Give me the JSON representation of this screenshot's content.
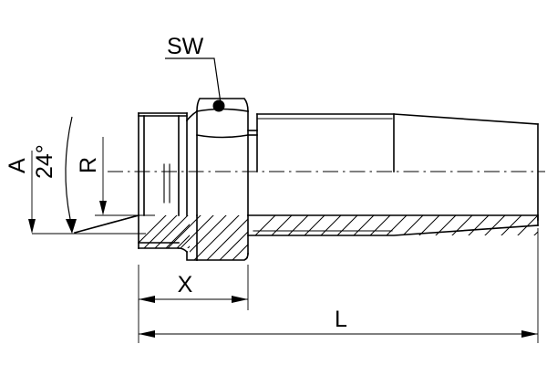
{
  "drawing": {
    "title": "Hydraulic fitting sectional technical drawing",
    "background_color": "#ffffff",
    "line_color": "#000000",
    "labels": {
      "sw": "SW",
      "angle": "24°",
      "cone_a": "A",
      "radius_r": "R",
      "dim_x": "X",
      "dim_l": "L"
    },
    "icons": {
      "sw_marker": "dot-marker-icon",
      "arrow": "arrow-head-icon"
    },
    "annotations": [
      {
        "name": "sw-callout",
        "text": "SW",
        "kind": "leader-label"
      },
      {
        "name": "cone-angle-callout",
        "text": "24°",
        "kind": "angle-label"
      },
      {
        "name": "cone-face-callout",
        "text": "A",
        "kind": "arrow-label"
      },
      {
        "name": "radius-callout",
        "text": "R",
        "kind": "arrow-label"
      },
      {
        "name": "dimension-x",
        "text": "X",
        "kind": "linear-dimension"
      },
      {
        "name": "dimension-l",
        "text": "L",
        "kind": "linear-dimension"
      }
    ]
  }
}
